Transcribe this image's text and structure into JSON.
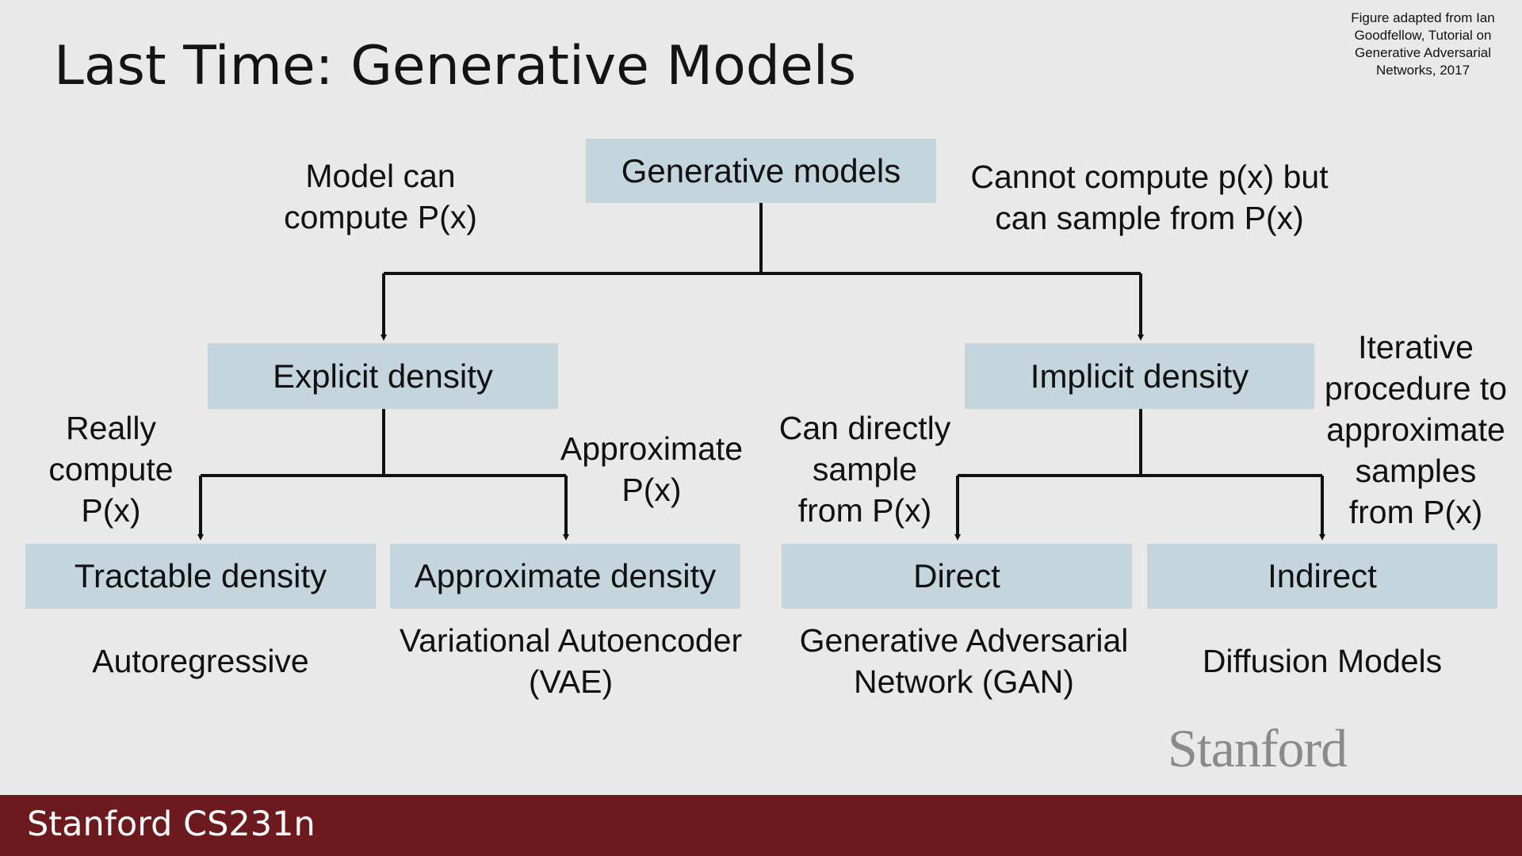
{
  "slide": {
    "title": "Last Time: Generative Models",
    "credit": "Figure adapted from Ian Goodfellow, Tutorial on Generative Adversarial Networks, 2017",
    "logo": "Stanford",
    "footer": "Stanford CS231n"
  },
  "tree": {
    "root": "Generative models",
    "explicit": "Explicit density",
    "implicit": "Implicit density",
    "tractable": "Tractable density",
    "approximate": "Approximate density",
    "direct": "Direct",
    "indirect": "Indirect"
  },
  "notes": {
    "left_root": "Model can\ncompute P(x)",
    "right_root": "Cannot compute p(x) but\ncan sample from P(x)",
    "really_compute": "Really\ncompute\nP(x)",
    "approximate_px": "Approximate\nP(x)",
    "can_directly": "Can directly\nsample\nfrom P(x)",
    "iterative": "Iterative\nprocedure to\napproximate\nsamples\nfrom P(x)"
  },
  "examples": {
    "autoregressive": "Autoregressive",
    "vae": "Variational Autoencoder\n(VAE)",
    "gan": "Generative Adversarial\nNetwork (GAN)",
    "diffusion": "Diffusion Models"
  }
}
